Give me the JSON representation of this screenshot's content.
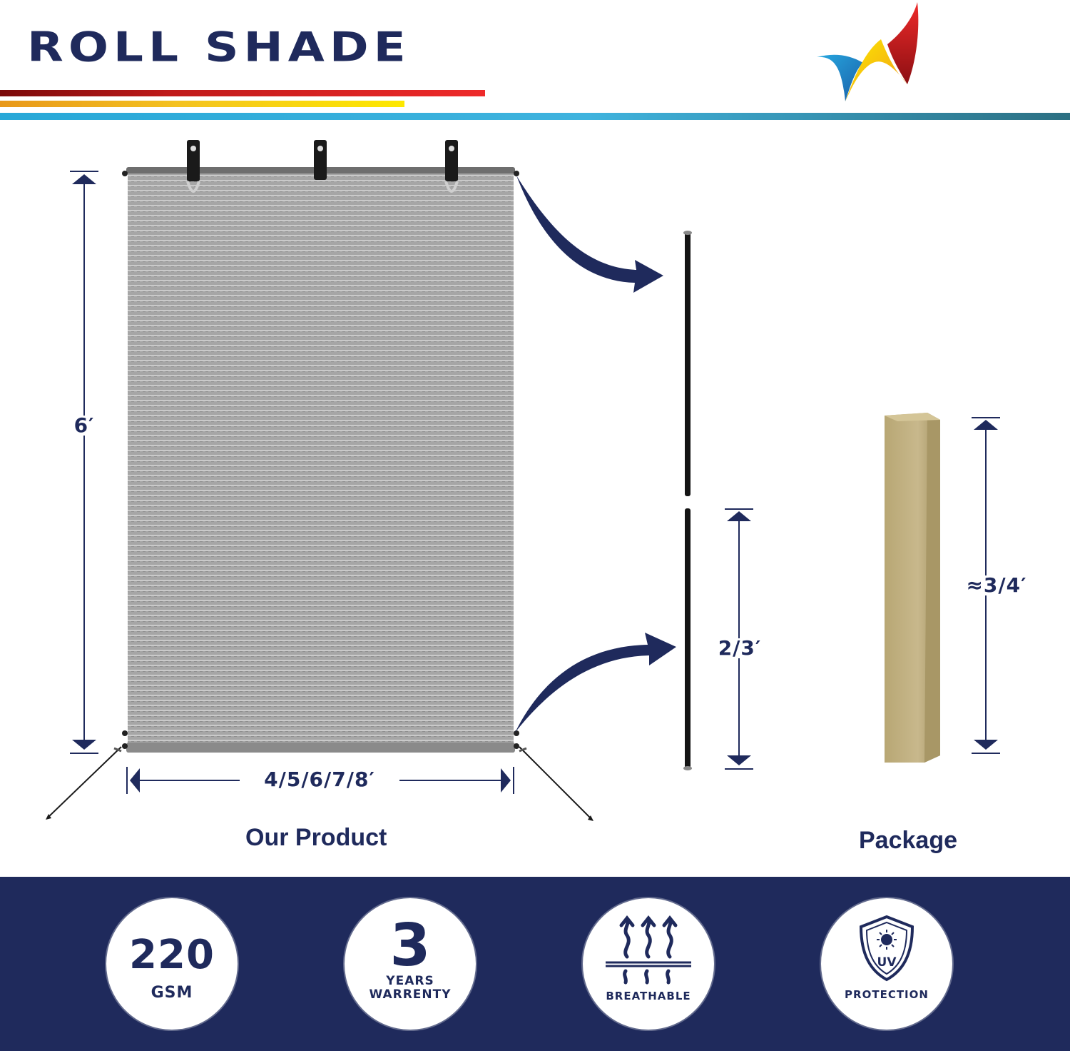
{
  "header": {
    "title": "ROLL SHADE"
  },
  "colors": {
    "navy": "#1f2a5c",
    "band": "#1f2a5c",
    "fabric": "#a4a4a4",
    "wood": "#bfae82",
    "rod": "#141414"
  },
  "logo": {
    "icon": "brand-logo-icon"
  },
  "product": {
    "height_label": "6′",
    "width_label": "4/5/6/7/8′",
    "rod_label": "2/3′",
    "caption": "Our Product"
  },
  "package": {
    "height_label": "≈3/4′",
    "caption": "Package"
  },
  "features": [
    {
      "main": "220",
      "sub": "GSM"
    },
    {
      "main": "3",
      "line1": "YEARS",
      "line2": "WARRENTY"
    },
    {
      "icon": "heat-waves-icon",
      "label": "BREATHABLE"
    },
    {
      "icon": "uv-shield-icon",
      "shield_text": "UV",
      "label": "PROTECTION"
    }
  ]
}
